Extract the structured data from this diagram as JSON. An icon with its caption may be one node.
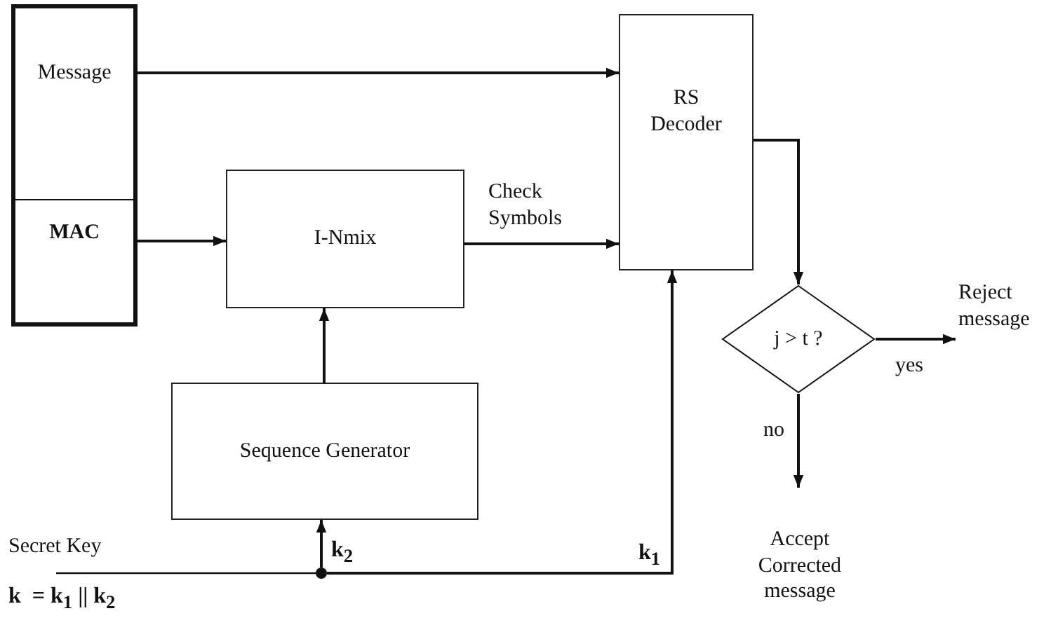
{
  "diagram": {
    "nodes": [
      {
        "text": [
          "Message"
        ]
      },
      {
        "text": [
          "MAC"
        ]
      },
      {
        "text": [
          "I-Nmix"
        ]
      },
      {
        "text": [
          "RS Decoder"
        ]
      },
      {
        "text": [
          "Sequence Generator"
        ]
      },
      {
        "text": [
          "j > t ?"
        ]
      },
      {
        "text": [
          "Reject message"
        ]
      },
      {
        "text": [
          "Accept Corrected message"
        ]
      },
      {
        "text": [
          "Secret Key"
        ]
      },
      {
        "text": [],
        "shape": "circle"
      }
    ],
    "edges": [
      {
        "from": 0,
        "to": 3,
        "arrow": "to"
      },
      {
        "from": 1,
        "to": 2,
        "arrow": "to"
      },
      {
        "from": 2,
        "to": 3,
        "arrow": "to",
        "label": "Check Symbols"
      },
      {
        "from": 4,
        "to": 2,
        "arrow": "to"
      },
      {
        "from": 3,
        "to": 5,
        "arrow": "to"
      },
      {
        "from": 5,
        "to": 6,
        "arrow": "to",
        "label": "yes"
      },
      {
        "from": 5,
        "to": 7,
        "arrow": "to",
        "label": "no"
      },
      {
        "from": 8,
        "to": 9,
        "arrow": "none"
      },
      {
        "from": 9,
        "to": 4,
        "arrow": "to",
        "label": "k$_{2}$"
      },
      {
        "from": 9,
        "to": 3,
        "arrow": "to",
        "label": "k$_{1}$"
      }
    ],
    "labels": [
      "k  = k$_{1}$ || k$_{2}$"
    ]
  }
}
